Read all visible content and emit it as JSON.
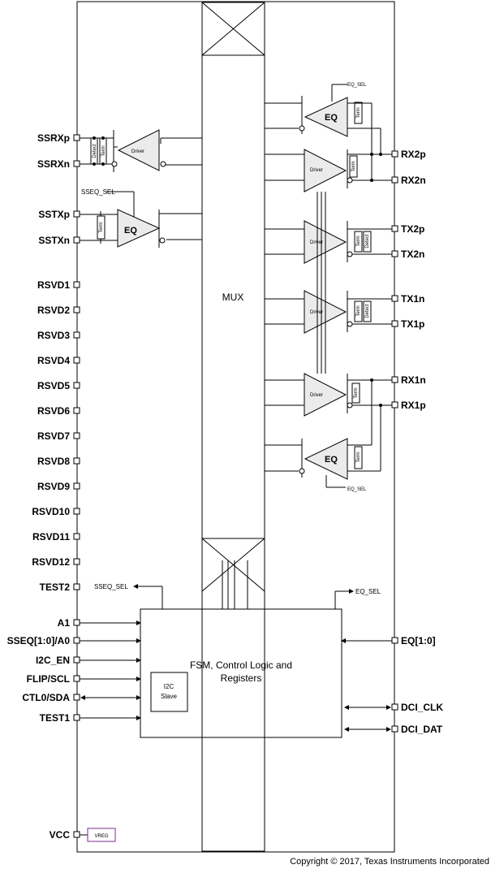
{
  "left_pins": [
    "SSRXp",
    "SSRXn",
    "SSTXp",
    "SSTXn",
    "RSVD1",
    "RSVD2",
    "RSVD3",
    "RSVD4",
    "RSVD5",
    "RSVD6",
    "RSVD7",
    "RSVD8",
    "RSVD9",
    "RSVD10",
    "RSVD11",
    "RSVD12",
    "TEST2",
    "A1",
    "SSEQ[1:0]/A0",
    "I2C_EN",
    "FLIP/SCL",
    "CTL0/SDA",
    "TEST1",
    "VCC"
  ],
  "right_pins": [
    "RX2p",
    "RX2n",
    "TX2p",
    "TX2n",
    "TX1n",
    "TX1p",
    "RX1n",
    "RX1p",
    "EQ[1:0]",
    "DCI_CLK",
    "DCI_DAT"
  ],
  "labels": {
    "mux": "MUX",
    "driver": "Driver",
    "eq": "EQ",
    "eq_sel": "EQ_SEL",
    "sseq_sel": "SSEQ_SEL",
    "term": "Term",
    "detect": "Detect",
    "fsm_line1": "FSM, Control Logic and",
    "fsm_line2": "Registers",
    "i2c_line1": "I2C",
    "i2c_line2": "Slave",
    "vreg": "VREG"
  },
  "copyright": "Copyright © 2017, Texas Instruments Incorporated",
  "colors": {
    "line": "#000000",
    "block": "#ebebeb",
    "vreg_border": "#7b2d8b"
  }
}
